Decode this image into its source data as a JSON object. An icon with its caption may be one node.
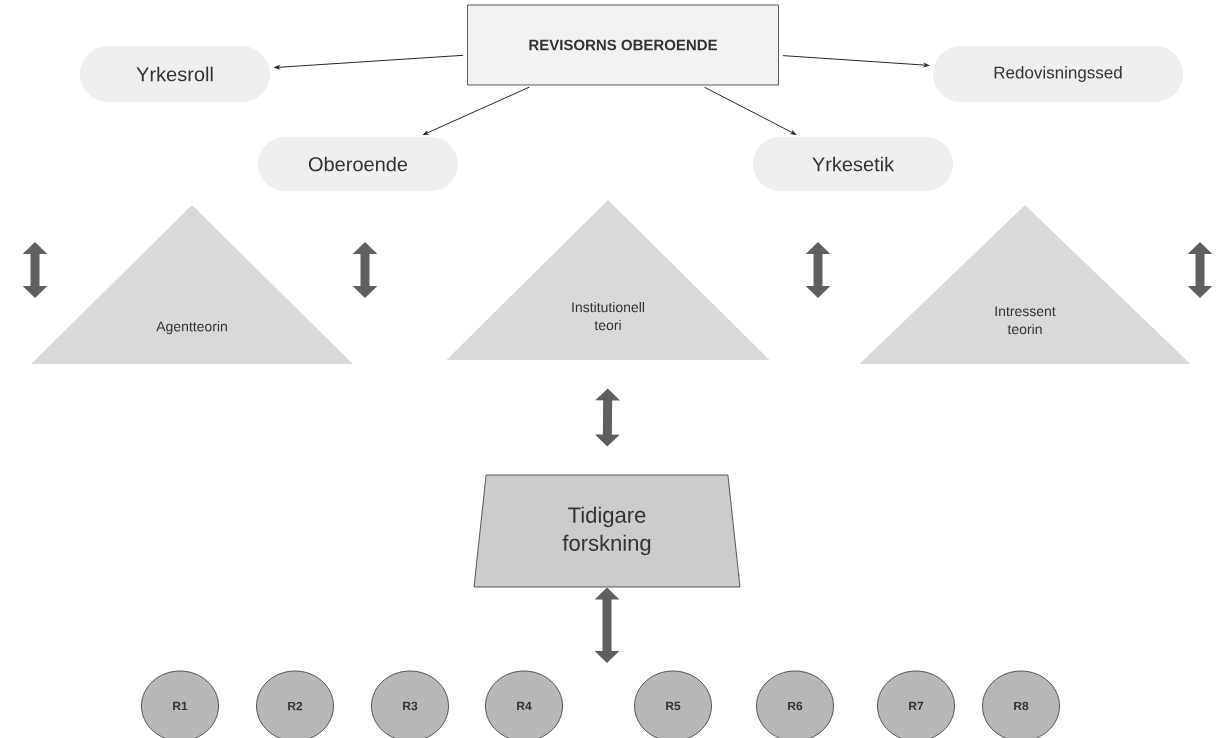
{
  "diagram": {
    "nodes": [
      {
        "text": [
          "REVISORNS OBEROENDE"
        ]
      },
      {
        "text": [
          "Yrkesroll"
        ]
      },
      {
        "text": [
          "Redovisningssed"
        ]
      },
      {
        "text": [
          "Oberoende"
        ]
      },
      {
        "text": [
          "Yrkesetik"
        ]
      },
      {
        "text": [
          "Agentteorin"
        ]
      },
      {
        "text": [
          "Institutionell teori"
        ]
      },
      {
        "text": [
          "Intressent teorin"
        ]
      },
      {
        "text": [
          "Tidigare forskning"
        ]
      },
      {
        "text": [
          "R1"
        ]
      },
      {
        "text": [
          "R2"
        ]
      },
      {
        "text": [
          "R3"
        ]
      },
      {
        "text": [
          "R4"
        ]
      },
      {
        "text": [
          "R5"
        ]
      },
      {
        "text": [
          "R6"
        ]
      },
      {
        "text": [
          "R7"
        ]
      },
      {
        "text": [
          "R8"
        ]
      }
    ],
    "edges": [
      {
        "from": 0,
        "to": 1,
        "arrow": "to"
      },
      {
        "from": 0,
        "to": 2,
        "arrow": "to"
      },
      {
        "from": 0,
        "to": 3,
        "arrow": "to"
      },
      {
        "from": 0,
        "to": 4,
        "arrow": "to"
      },
      {
        "from": 6,
        "to": 8,
        "arrow": "both",
        "style": "thick"
      },
      {
        "from": 8,
        "to": null,
        "arrow": "both",
        "style": "thick"
      }
    ]
  }
}
